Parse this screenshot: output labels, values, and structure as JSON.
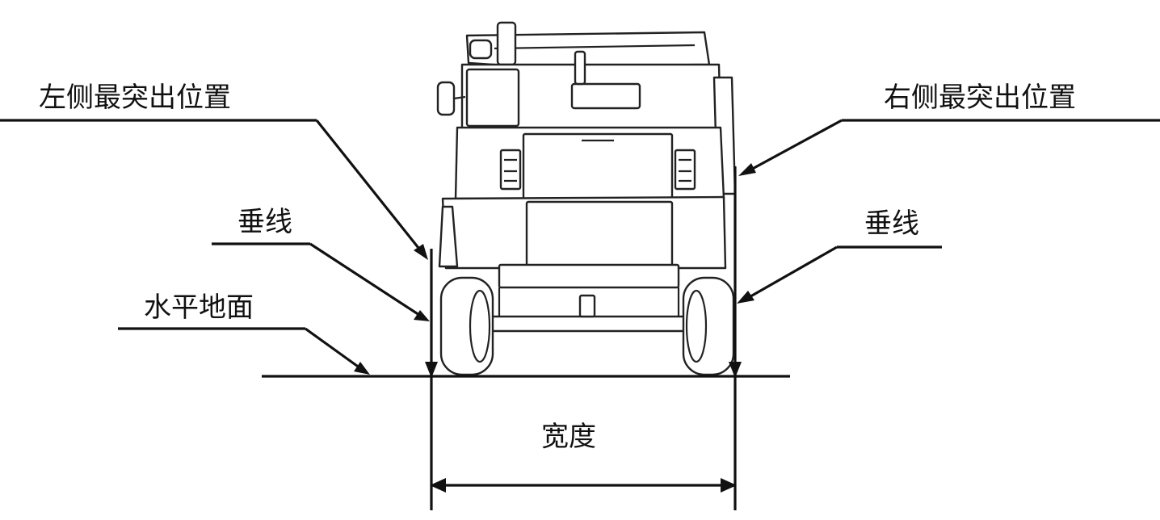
{
  "labels": {
    "left_extreme": "左侧最突出位置",
    "right_extreme": "右侧最突出位置",
    "left_vertical": "垂线",
    "right_vertical": "垂线",
    "ground": "水平地面",
    "width": "宽度"
  }
}
